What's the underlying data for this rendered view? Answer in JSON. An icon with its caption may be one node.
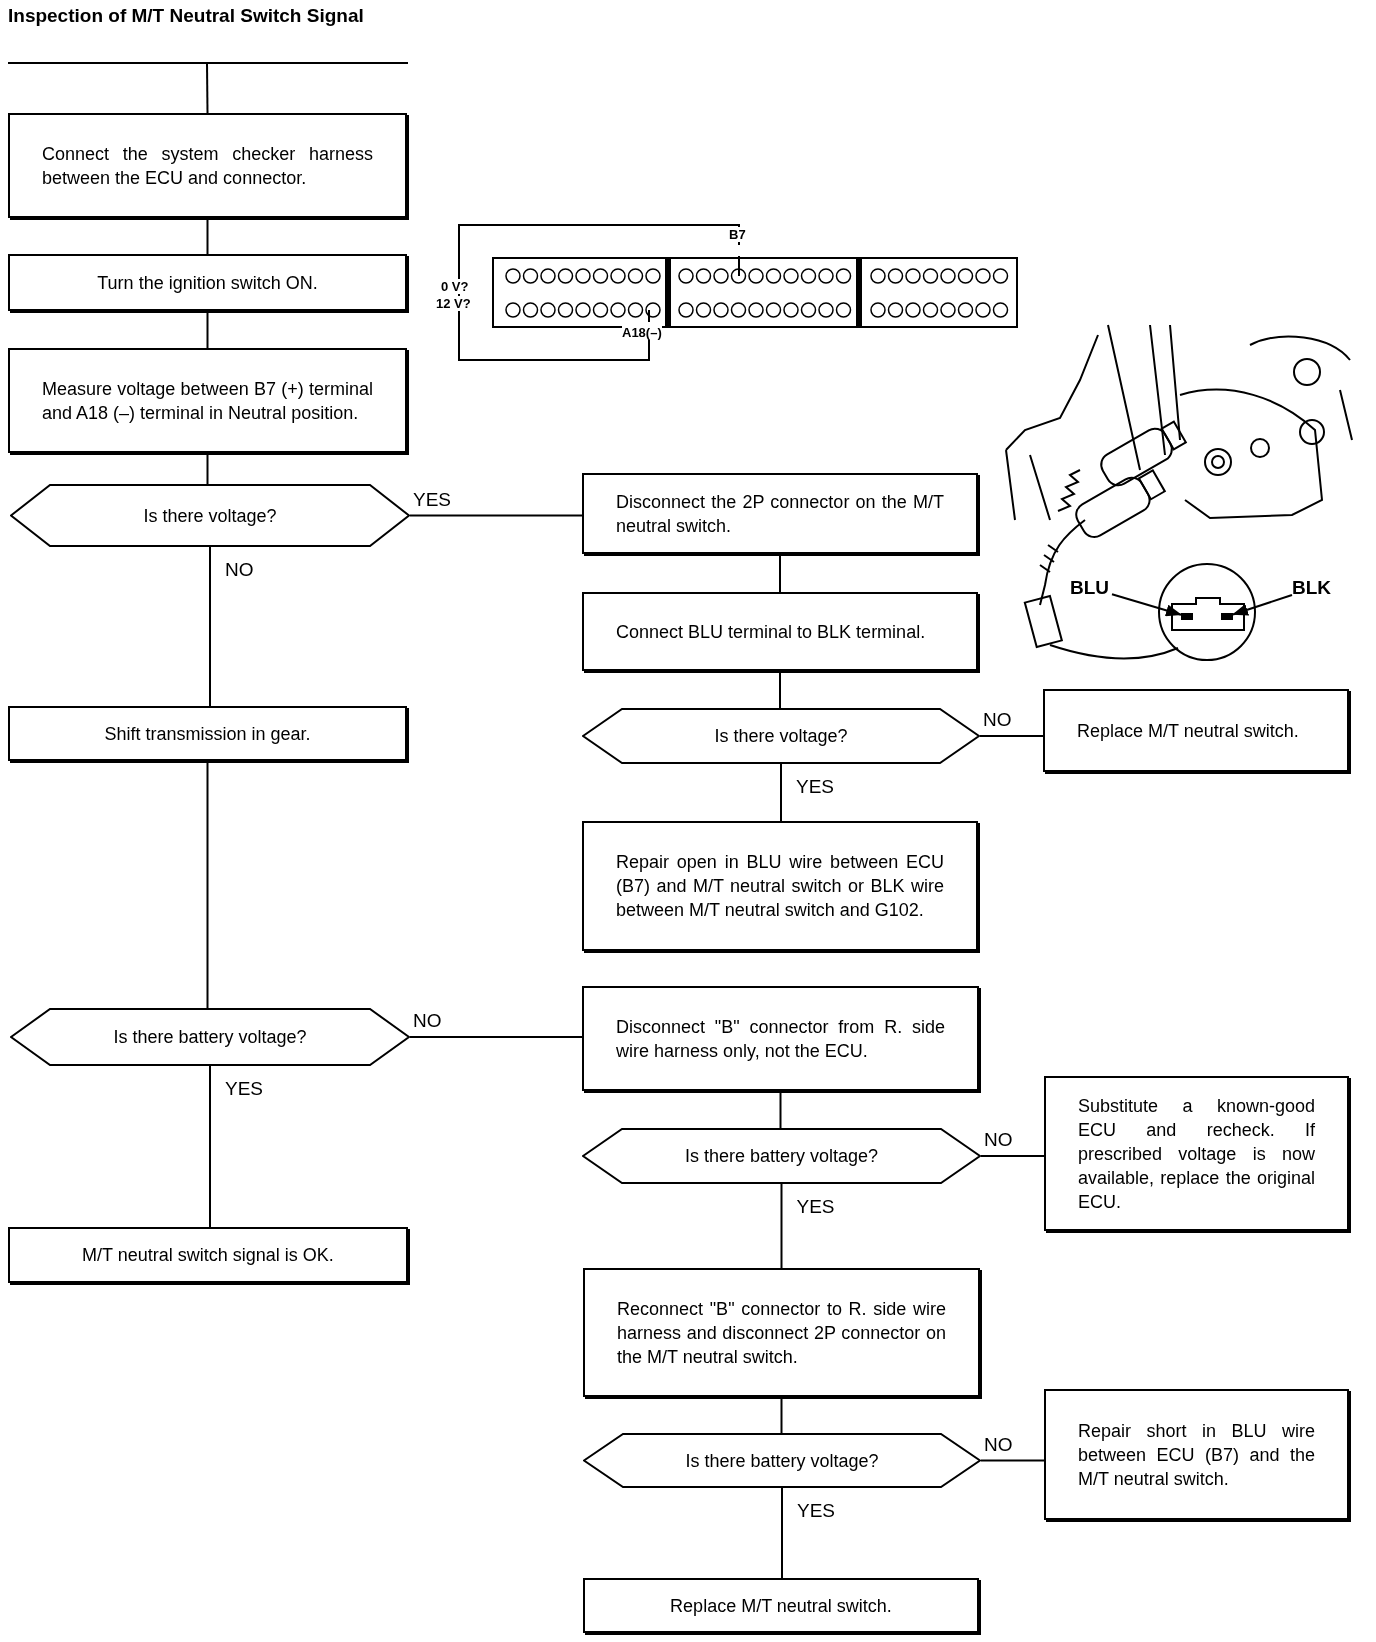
{
  "diagram": {
    "title": "Inspection of M/T Neutral Switch Signal",
    "nodes": [
      {
        "text": [
          "Connect the system checker harness between the ECU and connector."
        ]
      },
      {
        "text": [
          "Turn the ignition switch ON."
        ]
      },
      {
        "text": [
          "Measure voltage between B7 (+) terminal and A18 (–) terminal in Neutral position."
        ]
      },
      {
        "text": [
          "Is there voltage?"
        ]
      },
      {
        "text": [
          "Disconnect the 2P connector on the M/T neutral switch."
        ]
      },
      {
        "text": [
          "Connect BLU terminal to BLK terminal."
        ]
      },
      {
        "text": [
          "Is there voltage?"
        ]
      },
      {
        "text": [
          "Replace M/T neutral switch."
        ]
      },
      {
        "text": [
          "Repair open in BLU wire between ECU (B7) and M/T neutral switch or BLK wire between M/T neutral switch and G102."
        ]
      },
      {
        "text": [
          "Shift transmission in gear."
        ]
      },
      {
        "text": [
          "Is there battery voltage?"
        ]
      },
      {
        "text": [
          "Disconnect \"B\" connector from R. side wire harness only, not the ECU."
        ]
      },
      {
        "text": [
          "Is there battery voltage?"
        ]
      },
      {
        "text": [
          "Substitute a known-good ECU and recheck. If prescribed voltage is now available, replace the original ECU."
        ]
      },
      {
        "text": [
          "Reconnect \"B\" connector to R. side wire harness and disconnect 2P connector on the M/T neutral switch."
        ]
      },
      {
        "text": [
          "M/T neutral switch signal is OK."
        ]
      },
      {
        "text": [
          "Is there battery voltage?"
        ]
      },
      {
        "text": [
          "Repair short in BLU wire between ECU (B7) and the M/T neutral switch."
        ]
      },
      {
        "text": [
          "Replace M/T neutral switch."
        ]
      },
      {
        "text": [
          "BLU"
        ]
      },
      {
        "text": [
          "BLK"
        ]
      },
      {
        "text": [],
        "shape": "box"
      },
      {
        "text": [],
        "shape": "box"
      }
    ],
    "edges": [
      {
        "from": null,
        "to": 0,
        "arrow": "none"
      },
      {
        "from": 0,
        "to": 1,
        "arrow": "none"
      },
      {
        "from": 1,
        "to": 2,
        "arrow": "none"
      },
      {
        "from": 2,
        "to": 3,
        "arrow": "none"
      },
      {
        "from": 3,
        "to": 4,
        "arrow": "none",
        "label": "YES"
      },
      {
        "from": 3,
        "to": 9,
        "arrow": "none",
        "label": "NO"
      },
      {
        "from": 4,
        "to": 5,
        "arrow": "none"
      },
      {
        "from": 5,
        "to": 6,
        "arrow": "none"
      },
      {
        "from": 6,
        "to": 7,
        "arrow": "none",
        "label": "NO"
      },
      {
        "from": 6,
        "to": 8,
        "arrow": "none",
        "label": "YES"
      },
      {
        "from": 9,
        "to": 10,
        "arrow": "none"
      },
      {
        "from": 10,
        "to": 11,
        "arrow": "none",
        "label": "NO"
      },
      {
        "from": 10,
        "to": 15,
        "arrow": "none",
        "label": "YES"
      },
      {
        "from": 11,
        "to": 12,
        "arrow": "none"
      },
      {
        "from": 12,
        "to": 13,
        "arrow": "none",
        "label": "NO"
      },
      {
        "from": 12,
        "to": 14,
        "arrow": "none",
        "label": "YES"
      },
      {
        "from": 14,
        "to": 16,
        "arrow": "none"
      },
      {
        "from": 16,
        "to": 17,
        "arrow": "none",
        "label": "NO"
      },
      {
        "from": 16,
        "to": 18,
        "arrow": "none",
        "label": "YES"
      },
      {
        "from": 19,
        "to": 21,
        "arrow": "to"
      },
      {
        "from": 20,
        "to": 22,
        "arrow": "to"
      }
    ],
    "labels": [
      "B7",
      "0 V?",
      "12 V?",
      "A18(–)"
    ]
  }
}
